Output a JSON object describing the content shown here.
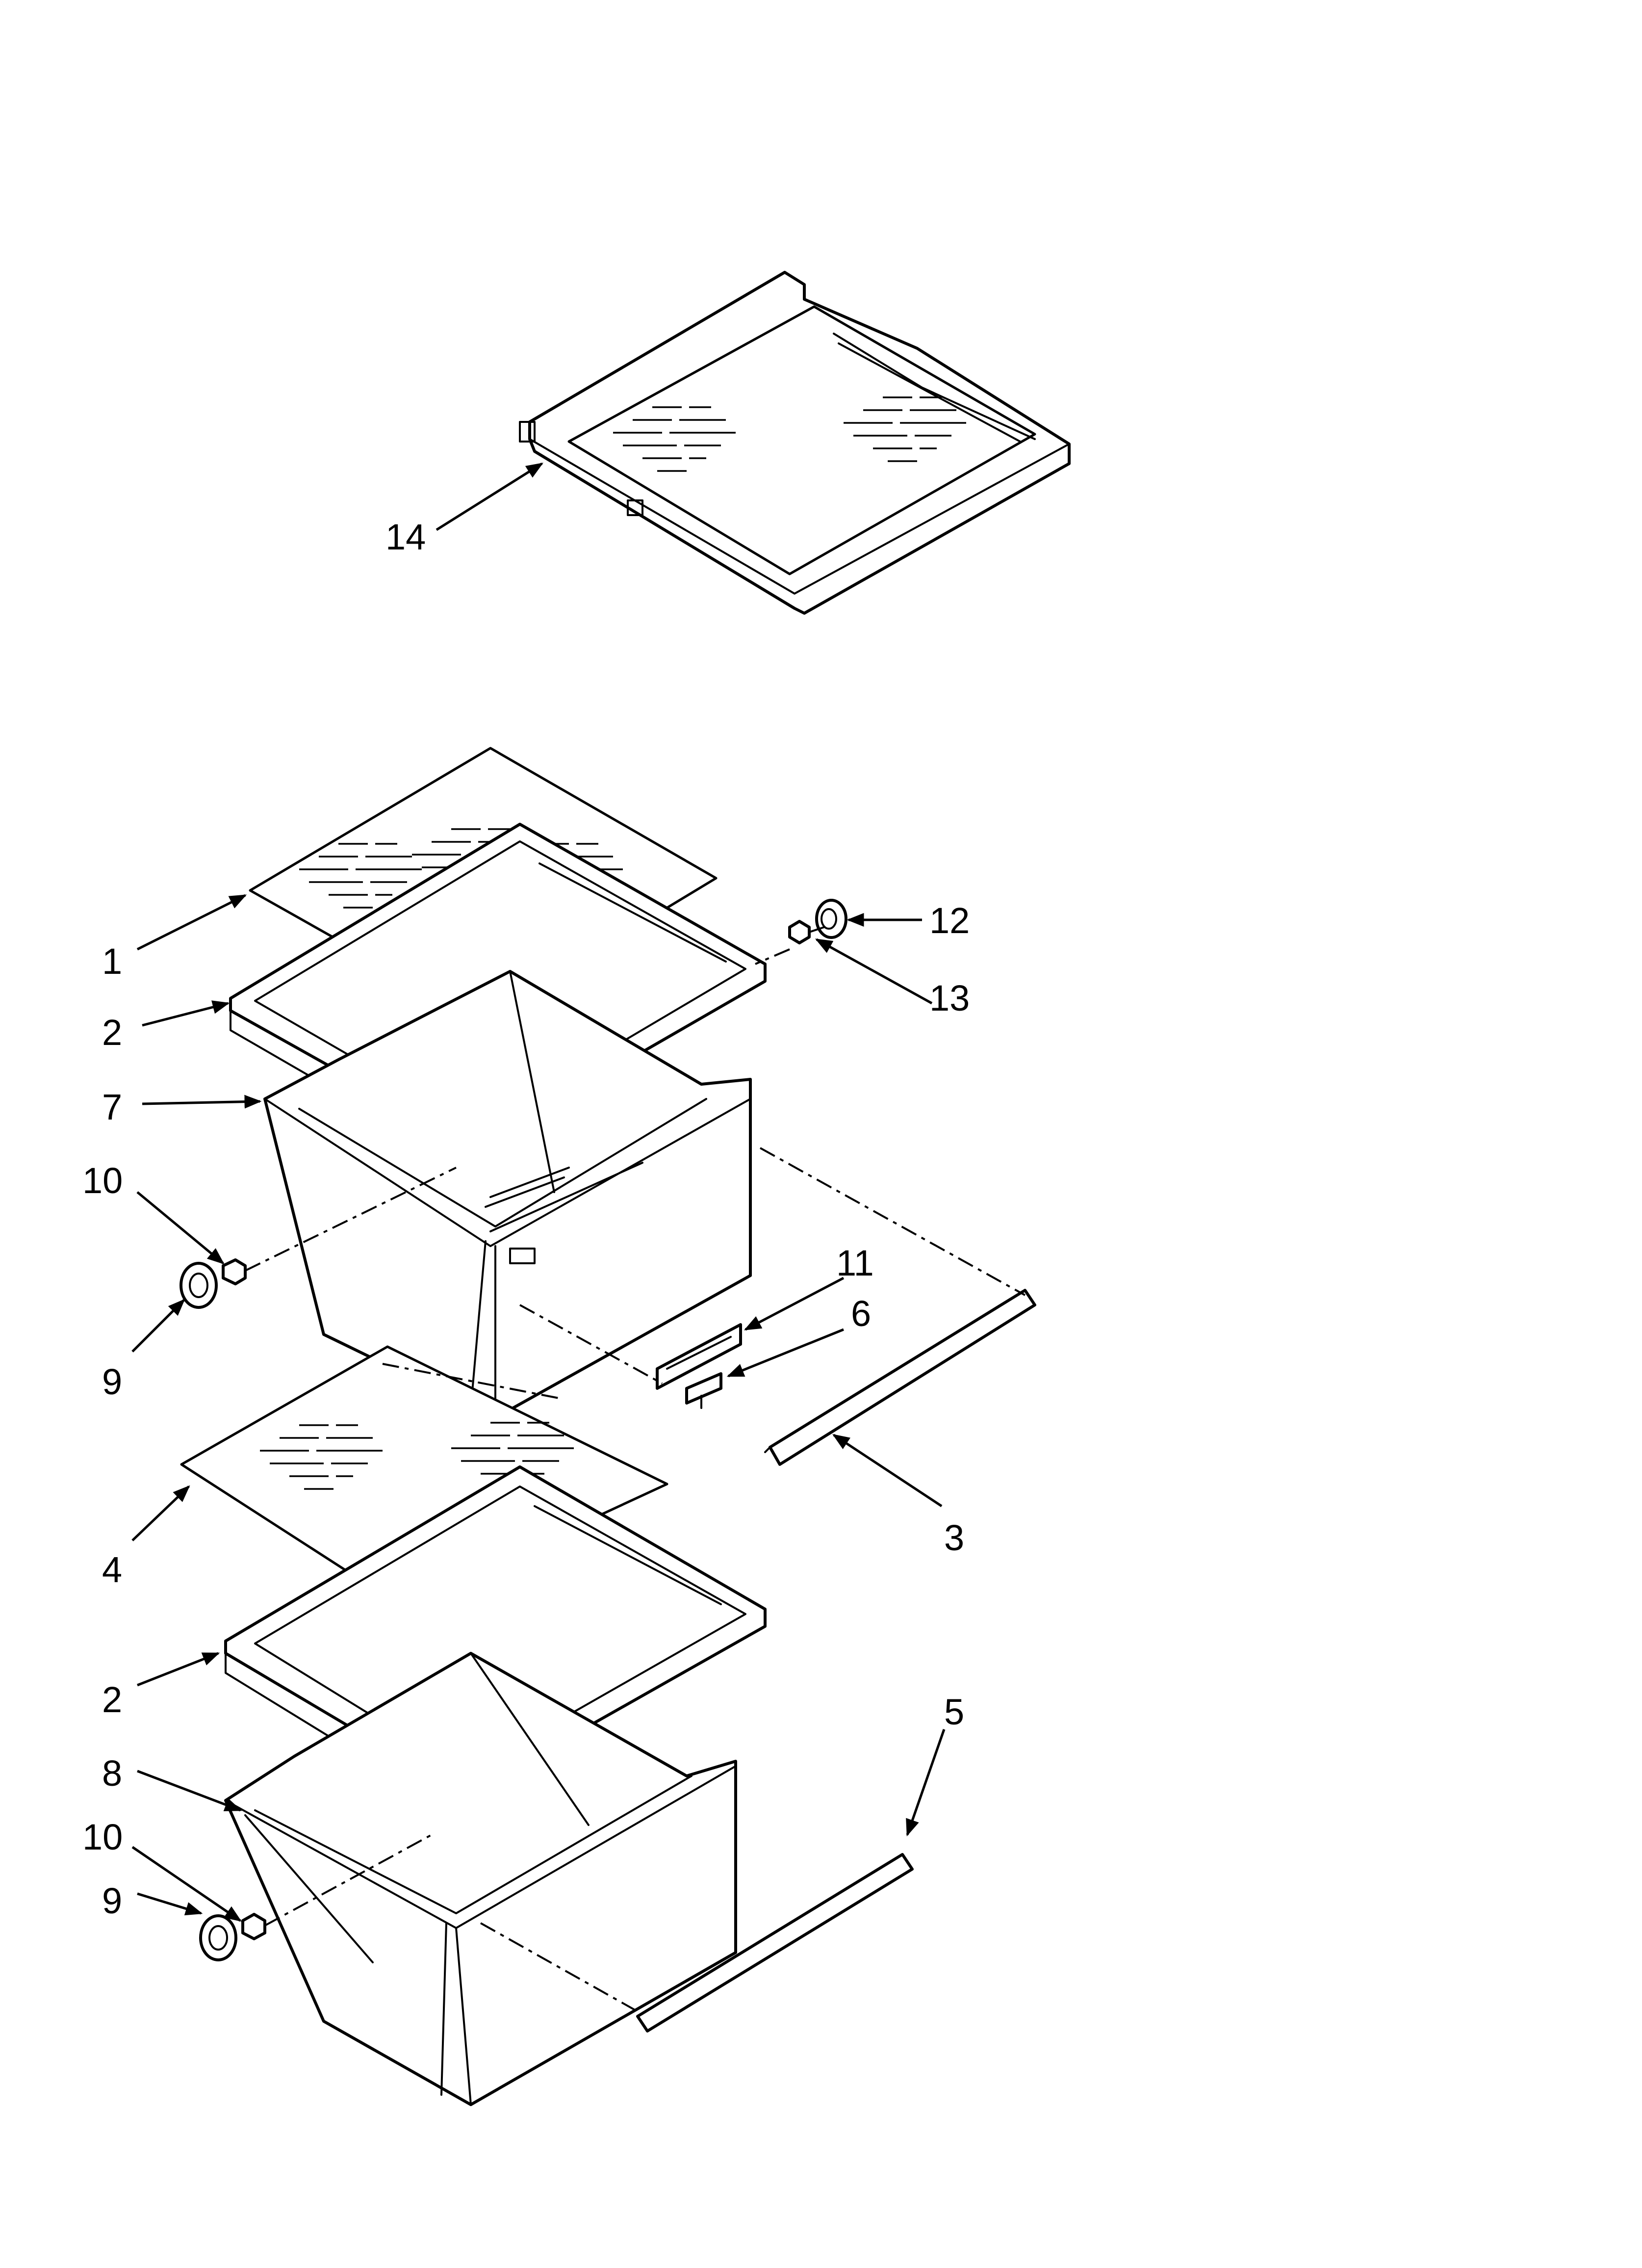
{
  "diagram": {
    "title": "",
    "callouts": [
      {
        "id": "c14",
        "label": "14"
      },
      {
        "id": "c1",
        "label": "1"
      },
      {
        "id": "c2a",
        "label": "2"
      },
      {
        "id": "c7",
        "label": "7"
      },
      {
        "id": "c10a",
        "label": "10"
      },
      {
        "id": "c9a",
        "label": "9"
      },
      {
        "id": "c12",
        "label": "12"
      },
      {
        "id": "c13",
        "label": "13"
      },
      {
        "id": "c11",
        "label": "11"
      },
      {
        "id": "c6",
        "label": "6"
      },
      {
        "id": "c3",
        "label": "3"
      },
      {
        "id": "c4",
        "label": "4"
      },
      {
        "id": "c2b",
        "label": "2"
      },
      {
        "id": "c8",
        "label": "8"
      },
      {
        "id": "c5",
        "label": "5"
      },
      {
        "id": "c10b",
        "label": "10"
      },
      {
        "id": "c9b",
        "label": "9"
      }
    ]
  },
  "colors": {
    "line": "#000000",
    "background": "#ffffff"
  }
}
